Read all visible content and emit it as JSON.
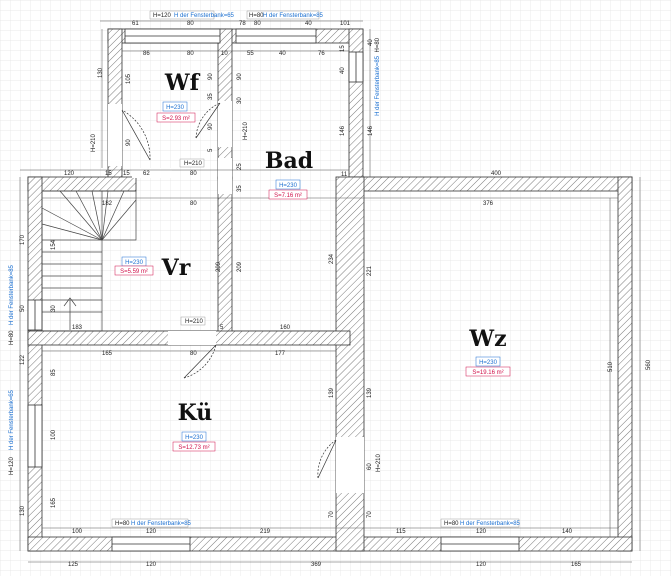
{
  "rooms": {
    "wf": {
      "name": "Wf",
      "height": "H=230",
      "area": "S=2.93 m²"
    },
    "bad": {
      "name": "Bad",
      "height": "H=230",
      "area": "S=7.16 m²"
    },
    "vr": {
      "name": "Vr",
      "height": "H=230",
      "area": "S=5.59 m²"
    },
    "ku": {
      "name": "Kü",
      "height": "H=230",
      "area": "S=12.73 m²"
    },
    "wz": {
      "name": "Wz",
      "height": "H=230",
      "area": "S=19.16 m²"
    }
  },
  "windows": {
    "top_left": {
      "h": "H=120",
      "note": "H der Fensterbank=65"
    },
    "top_mid": {
      "h": "H=80",
      "note": "H der Fensterbank=85"
    },
    "right_bad": {
      "h": "H=80",
      "note": "H der Fensterbank=85"
    },
    "left_vr": {
      "h": "H=80",
      "note": "H der Fensterbank=85"
    },
    "left_ku": {
      "h": "H=120",
      "note": "H der Fensterbank=65"
    },
    "bottom_ku": {
      "h": "H=80",
      "note": "H der Fensterbank=85"
    },
    "bottom_wz": {
      "h": "H=80",
      "note": "H der Fensterbank=85"
    }
  },
  "doors": {
    "wf": "H=210",
    "wf2": "H=210",
    "bad": "H=210",
    "vr": "H=210",
    "wz": "H=210"
  },
  "dims": {
    "top_61": "61",
    "top_80a": "80",
    "top_78": "78",
    "top_80b": "80",
    "top_40": "40",
    "top_101": "101",
    "wf_86": "86",
    "wf_80": "80",
    "wf_10": "10",
    "bad_55": "55",
    "bad_40": "40",
    "bad_76": "76",
    "r_40a": "40",
    "r_40b": "40",
    "r_146a": "146",
    "r_146b": "146",
    "r_15": "15",
    "r_11": "11",
    "left_130": "130",
    "left_105": "105",
    "wf_90a": "90",
    "wf_35": "35",
    "wf_90b": "90",
    "wf_5": "5",
    "bad_90": "90",
    "bad_30": "30",
    "wf_15a": "15",
    "wf_15b": "15",
    "wf_62": "62",
    "wf_80c": "80",
    "vr_90": "90",
    "vr_25": "25",
    "vr_35": "35",
    "top_120": "120",
    "top_400": "400",
    "vr_182": "182",
    "vr_80": "80",
    "wz_376": "376",
    "st_170": "170",
    "st_154": "154",
    "vr_209a": "209",
    "vr_209b": "209",
    "bad_234": "234",
    "wz_221": "221",
    "vr_183": "183",
    "vr_5": "5",
    "bad_160": "160",
    "st_50": "50",
    "st_30": "30",
    "ku_165": "165",
    "ku_80": "80",
    "ku_177": "177",
    "ku_122": "122",
    "ku_85": "85",
    "ku_139a": "139",
    "ku_139b": "139",
    "wz_510": "510",
    "wz_560": "560",
    "ku_100": "100",
    "ku_60": "60",
    "ku_165b": "165",
    "ku_70a": "70",
    "ku_70b": "70",
    "ku_130": "130",
    "ku_100b": "100",
    "ku_120": "120",
    "ku_219": "219",
    "wz_115": "115",
    "wz_120": "120",
    "wz_140": "140",
    "b_125": "125",
    "b_120": "120",
    "b_369": "369",
    "b_120b": "120",
    "b_165": "165"
  }
}
